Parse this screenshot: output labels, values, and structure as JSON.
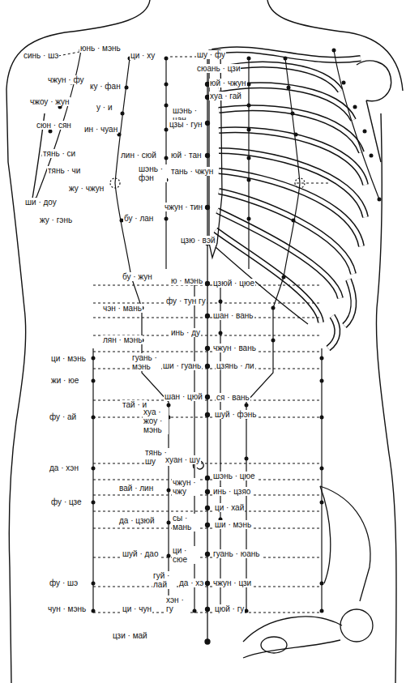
{
  "diagram": {
    "labels": [
      "синь · шэ",
      "юнь · мэнь",
      "ци · ху",
      "шу · фу",
      "сюань · цзи",
      "чжун · фу",
      "ку · фан",
      "юй · чжун",
      "хуа · гай",
      "чжоу · жун",
      "у · и",
      "шэнь · цан",
      "цзы · гун",
      "сюн · сян",
      "ин · чуан",
      "тянь · си",
      "лин · сюй",
      "юй · тан",
      "тянь · чи",
      "шэнь · фэн",
      "тань · чжун",
      "жу · чжун",
      "ши · доу",
      "жу · гэнь",
      "бу · лан",
      "чжун · тин",
      "цзю · вэй",
      "бу · жун",
      "ю · мэнь",
      "цзюй · цюе",
      "фу · тун гу",
      "чэн · мань",
      "шан · вань",
      "инь · ду",
      "лян · мэнь",
      "чжун · вань",
      "ци · мэнь",
      "гуань · мэнь",
      "ши · гуань",
      "цзянь · ли",
      "жи · юе",
      "тай · и",
      "шан · цюй",
      "ся · вань",
      "фу · ай",
      "хуа · жоу · мэнь",
      "шуй · фэнь",
      "тянь · шу",
      "хуан · шу",
      "да · хэн",
      "шэнь · цюе",
      "вай · лин",
      "чжун · чжу",
      "инь · цзяо",
      "фу · цзе",
      "ци · хай",
      "да · цзюй",
      "сы · мань",
      "ши · мэнь",
      "шуй · дао",
      "ци · сюе",
      "гуань · юань",
      "фу · шэ",
      "гуй · лай",
      "да · хэ",
      "чжун · цзи",
      "чун · мэнь",
      "ци · чун",
      "хэн · гу",
      "цюй · гу",
      "цзи · май"
    ]
  }
}
